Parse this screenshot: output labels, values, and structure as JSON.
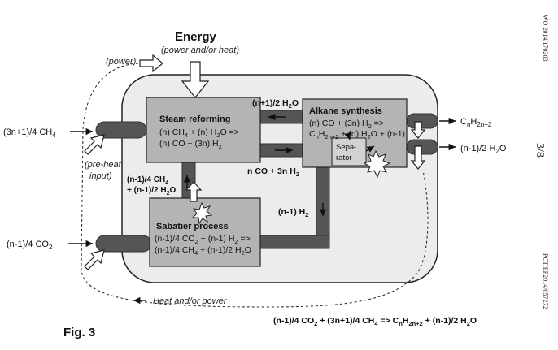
{
  "header": {
    "energy": "Energy",
    "energy_sub": "(power and/or heat)",
    "power": "(power)"
  },
  "inputs": {
    "ch4": "(3n+1)/4 CH",
    "ch4_sub": "4",
    "co2": "(n-1)/4  CO",
    "co2_sub": "2",
    "preheat_1": "(pre-heat",
    "preheat_2": "input)"
  },
  "outputs": {
    "alkane": "C",
    "alkane_sub1": "n",
    "alkane_mid": "H",
    "alkane_sub2": "2n+2",
    "water": "(n-1)/2  H",
    "water_sub": "2",
    "water_tail": "O"
  },
  "boxes": {
    "steam": {
      "title": "Steam reforming",
      "line1a": "(n) CH",
      "line1b": "4",
      "line1c": " + (n) H",
      "line1d": "2",
      "line1e": "O =>",
      "line2a": "(n) CO + (3n) H",
      "line2b": "2"
    },
    "alkane": {
      "title": "Alkane synthesis",
      "line1a": "(n) CO + (3n) H",
      "line1b": "2",
      "line1c": " =>",
      "line2a": "C",
      "line2b": "n",
      "line2c": "H",
      "line2d": "2n+2",
      "line2e": " + (n) H",
      "line2f": "2",
      "line2g": "O + (n-1)",
      "separator_1": "Sepa-",
      "separator_2": "rator"
    },
    "sabatier": {
      "title": "Sabatier process",
      "line1a": "(n-1)/4 CO",
      "line1b": "2",
      "line1c": " + (n-1) H",
      "line1d": "2",
      "line1e": " =>",
      "line2a": "(n-1)/4 CH",
      "line2b": "4",
      "line2c": " + (n-1)/2 H",
      "line2d": "2",
      "line2e": "O"
    }
  },
  "flows": {
    "water_recycle_a": "(n+1)/2 H",
    "water_recycle_b": "2",
    "water_recycle_c": "O",
    "syngas_a": "n CO + 3n H",
    "syngas_b": "2",
    "sab_to_steam_1a": "(n-1)/4 CH",
    "sab_to_steam_1b": "4",
    "sab_to_steam_2a": "+ (n-1)/2 H",
    "sab_to_steam_2b": "2",
    "sab_to_steam_2c": "O",
    "h2_a": "(n-1) H",
    "h2_b": "2"
  },
  "footer": {
    "heat_power": "Heat and/or power",
    "fig": "Fig. 3",
    "overall_a": "(n-1)/4 CO",
    "overall_b": "2",
    "overall_c": " + (3n+1)/4 CH",
    "overall_d": "4",
    "overall_e": " => C",
    "overall_f": "n",
    "overall_g": "H",
    "overall_h": "2n+2",
    "overall_i": " + (n-1)/2 H",
    "overall_j": "2",
    "overall_k": "O"
  },
  "margin": {
    "top_right": "WO 2014/170203",
    "page": "3/8",
    "bottom_right": "PCT/EP2014/057272"
  }
}
